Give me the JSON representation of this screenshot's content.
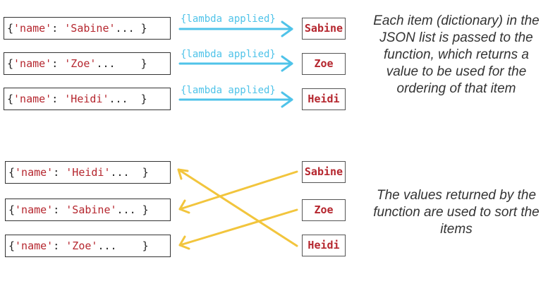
{
  "top_section": {
    "rows": [
      {
        "prefix": "{",
        "key": "'name'",
        "colon": ": ",
        "value": "'Sabine'",
        "suffix": "... }",
        "result": "Sabine",
        "arrow_label": "{lambda applied}"
      },
      {
        "prefix": "{",
        "key": "'name'",
        "colon": ": ",
        "value": "'Zoe'",
        "suffix": "...    }",
        "result": "Zoe",
        "arrow_label": "{lambda applied}"
      },
      {
        "prefix": "{",
        "key": "'name'",
        "colon": ": ",
        "value": "'Heidi'",
        "suffix": "...  }",
        "result": "Heidi",
        "arrow_label": "{lambda applied}"
      }
    ],
    "caption": "Each item (dictionary) in the JSON list is passed to the function, which returns a value to be used for the ordering of that item"
  },
  "bottom_section": {
    "sorted_rows": [
      {
        "prefix": "{",
        "key": "'name'",
        "colon": ": ",
        "value": "'Heidi'",
        "suffix": "...  }"
      },
      {
        "prefix": "{",
        "key": "'name'",
        "colon": ": ",
        "value": "'Sabine'",
        "suffix": "... }"
      },
      {
        "prefix": "{",
        "key": "'name'",
        "colon": ": ",
        "value": "'Zoe'",
        "suffix": "...    }"
      }
    ],
    "values": [
      "Sabine",
      "Zoe",
      "Heidi"
    ],
    "caption": "The values returned by the function are used to sort the items"
  },
  "colors": {
    "lambda_arrow": "#4fc3e9",
    "sort_arrow": "#f2c53d",
    "string_text": "#b5262e"
  }
}
